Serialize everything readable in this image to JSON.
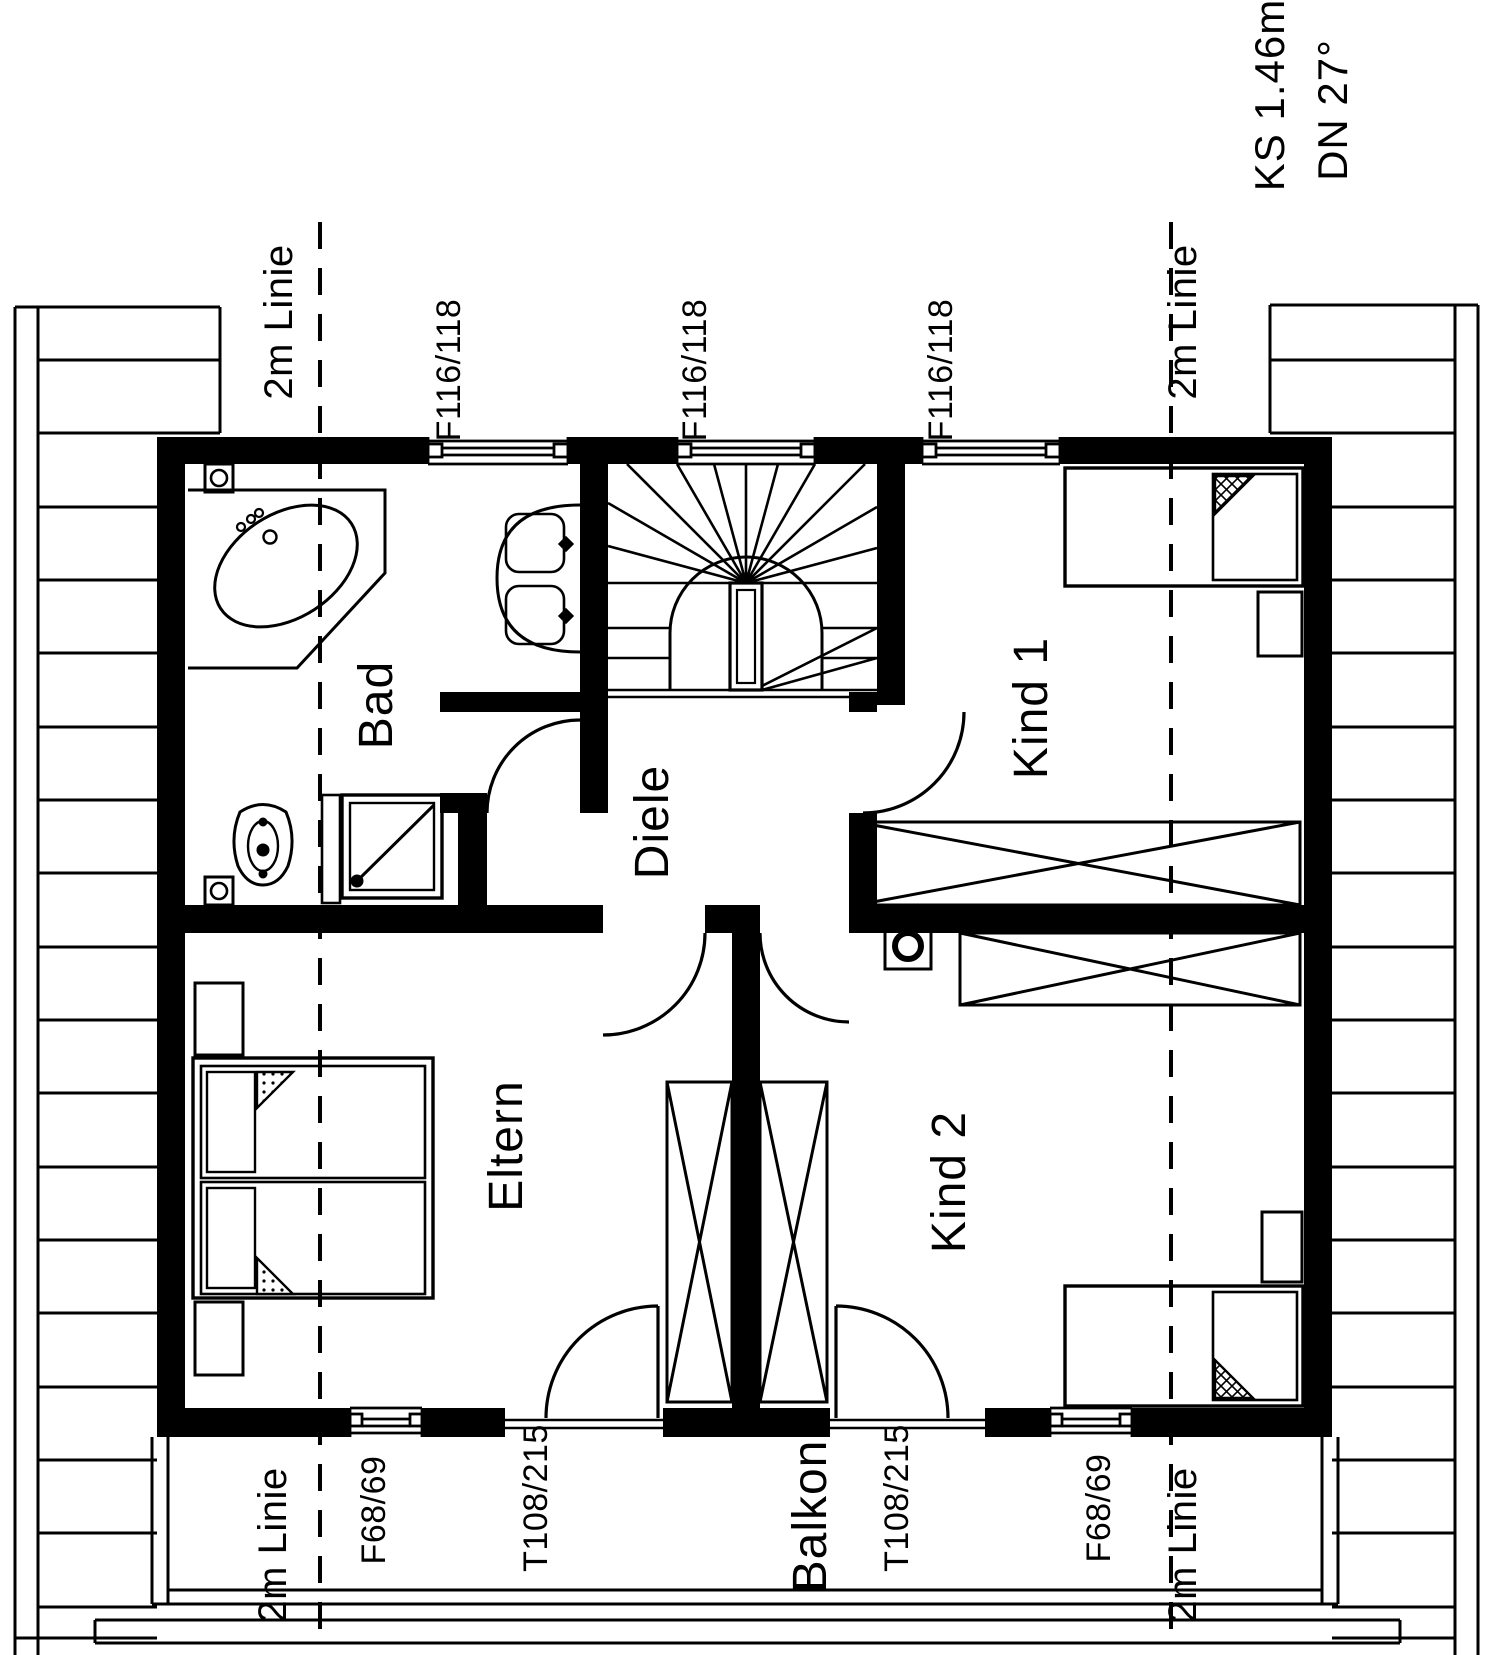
{
  "title_block": {
    "knee_wall": "KS 1.46m",
    "roof_pitch": "DN 27°"
  },
  "rooms": {
    "bad": "Bad",
    "diele": "Diele",
    "kind1": "Kind 1",
    "eltern": "Eltern",
    "kind2": "Kind 2",
    "balkon": "Balkon"
  },
  "openings": {
    "window_large": "F116/118",
    "window_small": "F68/69",
    "balcony_door": "T108/215"
  },
  "guides": {
    "two_meter_line": "2m Linie"
  },
  "colors": {
    "ink": "#000000",
    "paper": "#ffffff"
  }
}
